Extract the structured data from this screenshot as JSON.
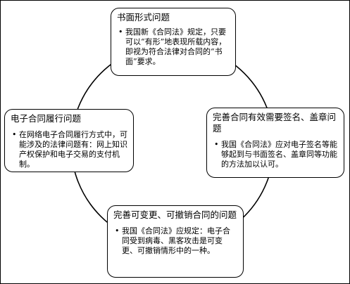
{
  "colors": {
    "line": "#000000",
    "background": "#ffffff"
  },
  "boxes": {
    "top": {
      "title": "书面形式问题",
      "bullet": "我国新《合同法》规定，只要可以“有形”地表现所载内容，即视为符合法律对合同的“书面”要求。"
    },
    "left": {
      "title": "电子合同履行问题",
      "bullet": "在网络电子合同履行方式中，可能涉及的法律问题有：网上知识产权保护和电子交易的支付机制。"
    },
    "right": {
      "title": "完善合同有效需要签名、盖章问题",
      "bullet": "我国《合同法》应对电子签名等能够起到与书面签名、盖章同等功能的方法加以认可。"
    },
    "bottom": {
      "title": "完善可变更、可撤销合同的问题",
      "bullet": "我国《合同法》应规定：电子合同受到病毒、黑客攻击是可变更、可撤销情形中的一种。"
    }
  }
}
